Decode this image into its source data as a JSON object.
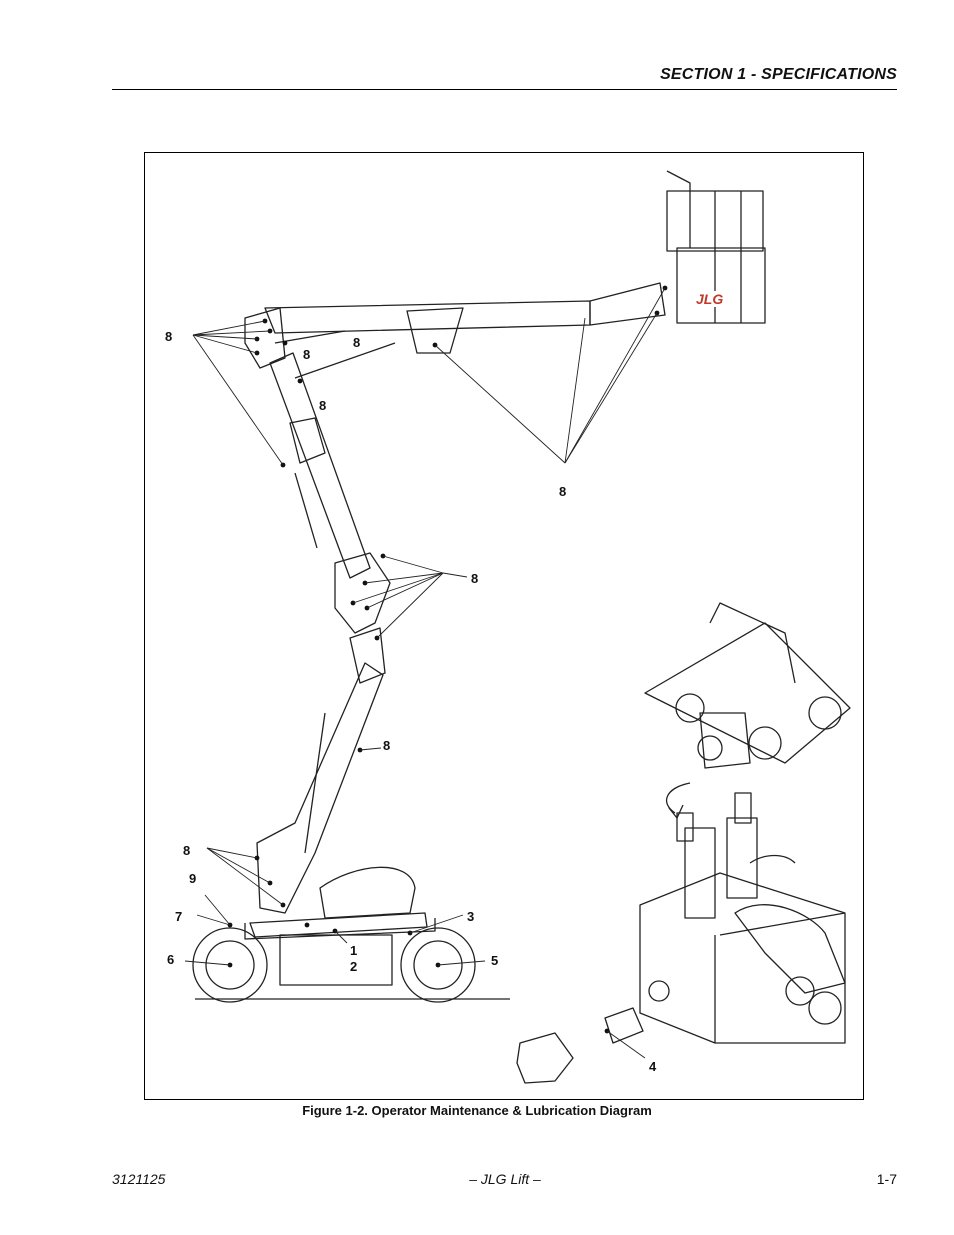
{
  "header": {
    "section_title": "SECTION 1 - SPECIFICATIONS"
  },
  "figure": {
    "caption": "Figure 1-2. Operator Maintenance & Lubrication Diagram",
    "brand_mark": "JLG",
    "callouts": {
      "c1": "1",
      "c2": "2",
      "c3": "3",
      "c4": "4",
      "c5": "5",
      "c6": "6",
      "c7": "7",
      "c9": "9",
      "c8a": "8",
      "c8b": "8",
      "c8c": "8",
      "c8d": "8",
      "c8e": "8",
      "c8f": "8",
      "c8g": "8",
      "c8h": "8"
    }
  },
  "footer": {
    "doc_number": "3121125",
    "center": "– JLG Lift –",
    "page": "1-7"
  }
}
